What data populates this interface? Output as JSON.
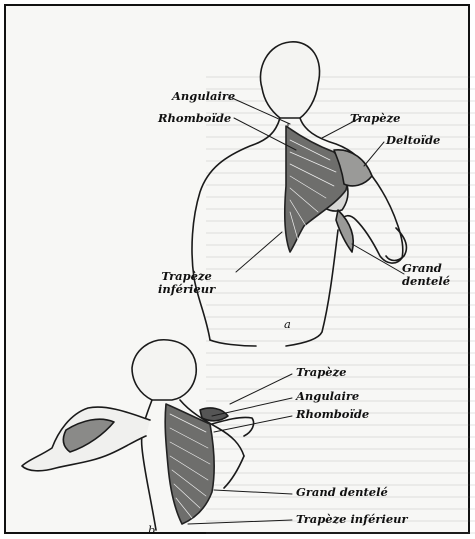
{
  "figure_a": {
    "letter": "a",
    "labels": {
      "angulaire": "Angulaire",
      "rhomboide": "Rhomboïde",
      "trapeze": "Trapèze",
      "deltoide": "Deltoïde",
      "grand_dentele": "Grand\ndentelé",
      "trapeze_inferieur": "Trapèze\ninférieur"
    }
  },
  "figure_b": {
    "letter": "b",
    "labels": {
      "trapeze": "Trapèze",
      "angulaire": "Angulaire",
      "rhomboide": "Rhomboïde",
      "grand_dentele": "Grand dentelé",
      "trapeze_inferieur": "Trapèze inférieur"
    }
  }
}
